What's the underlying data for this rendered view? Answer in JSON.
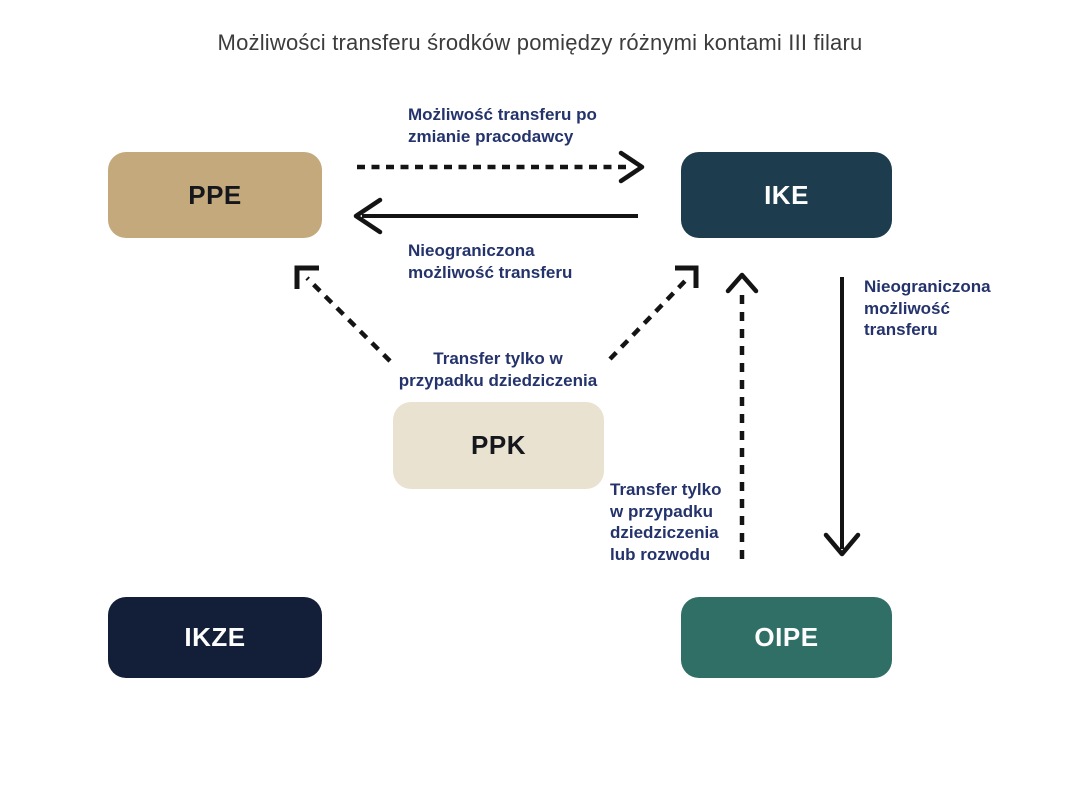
{
  "title": "Możliwości transferu środków pomiędzy różnymi kontami III filaru",
  "nodes": {
    "ppe": {
      "label": "PPE"
    },
    "ike": {
      "label": "IKE"
    },
    "ppk": {
      "label": "PPK"
    },
    "ikze": {
      "label": "IKZE"
    },
    "oipe": {
      "label": "OIPE"
    }
  },
  "edges": {
    "ppe_to_ike": {
      "from": "PPE",
      "to": "IKE",
      "style": "dashed",
      "label": "Możliwość transferu po\nzmianie pracodawcy"
    },
    "ike_to_ppe": {
      "from": "IKE",
      "to": "PPE",
      "style": "solid",
      "label": "Nieograniczona\nmożliwość transferu"
    },
    "ppk_to_ppe_and_ike": {
      "from": "PPK",
      "to": "PPE / IKE",
      "style": "dashed",
      "label": "Transfer tylko w\nprzypadku dziedziczenia"
    },
    "ike_to_oipe": {
      "from": "IKE",
      "to": "OIPE",
      "style": "solid",
      "label": "Nieograniczona\nmożliwość\ntransferu"
    },
    "oipe_to_ike": {
      "from": "OIPE",
      "to": "IKE",
      "style": "dashed",
      "label": "Transfer tylko\nw przypadku\ndziedziczenia\nlub rozwodu"
    }
  },
  "colors": {
    "background": "#ffffff",
    "title_text": "#3c3c3c",
    "edge_label_text": "#24336b",
    "arrow": "#141414",
    "node_ppe": "#c4a97c",
    "node_ike": "#1d3c4e",
    "node_ppk": "#e9e2d0",
    "node_ikze": "#131f38",
    "node_oipe": "#2f6f66"
  }
}
